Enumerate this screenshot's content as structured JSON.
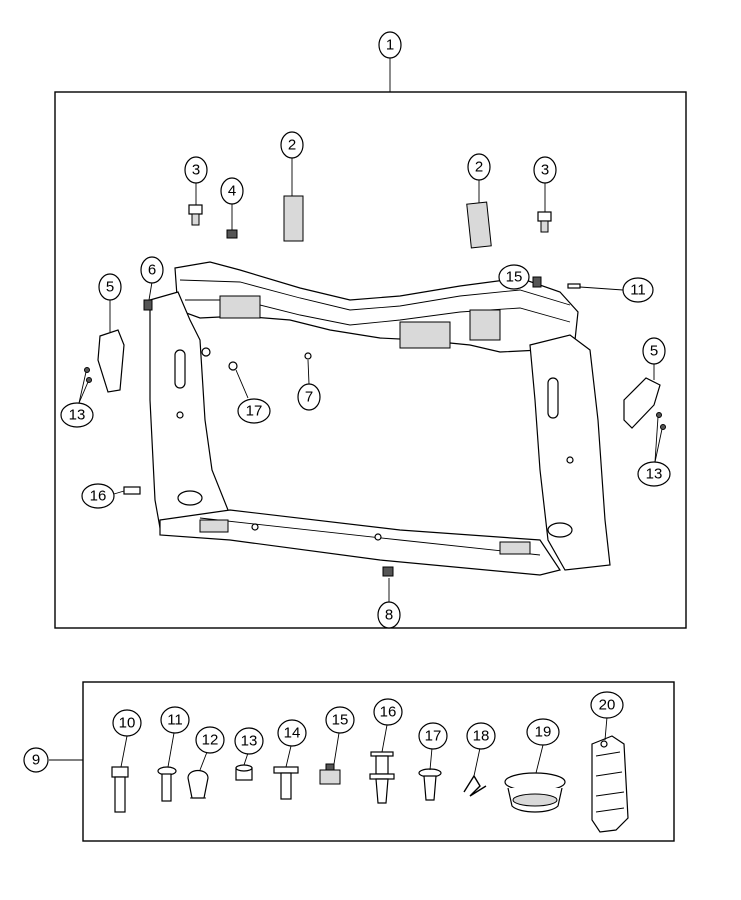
{
  "callouts": {
    "c1": "1",
    "c2a": "2",
    "c2b": "2",
    "c3a": "3",
    "c3b": "3",
    "c4": "4",
    "c5a": "5",
    "c5b": "5",
    "c6": "6",
    "c7": "7",
    "c8": "8",
    "c9": "9",
    "c11a": "11",
    "c13a": "13",
    "c13b": "13",
    "c15a": "15",
    "c16a": "16",
    "c17a": "17",
    "k10": "10",
    "k11": "11",
    "k12": "12",
    "k13": "13",
    "k14": "14",
    "k15": "15",
    "k16": "16",
    "k17": "17",
    "k18": "18",
    "k19": "19",
    "k20": "20"
  }
}
